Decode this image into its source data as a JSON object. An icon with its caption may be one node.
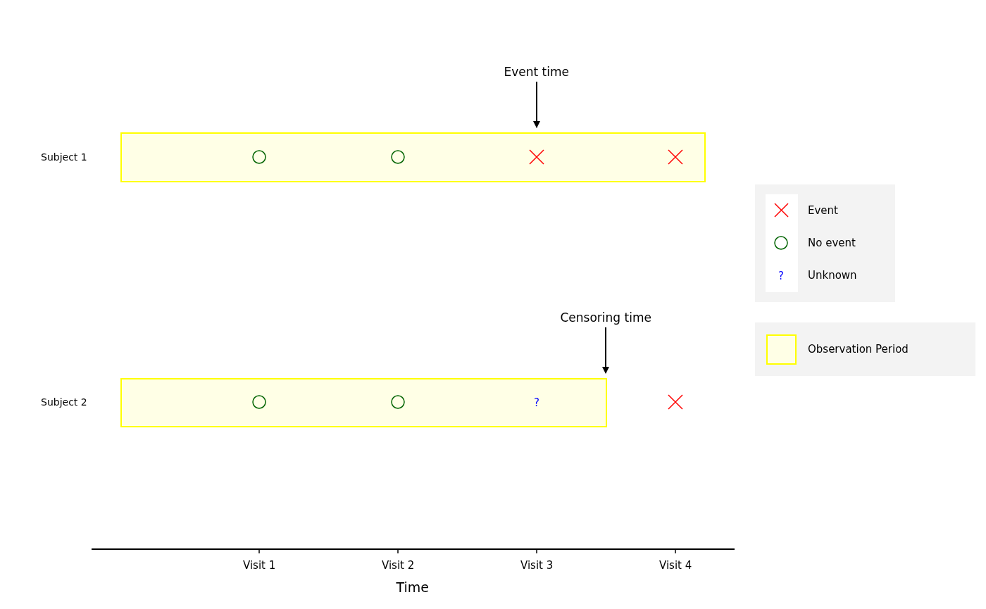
{
  "diagram": {
    "nodes": [
      {
        "text": [
          "Event time"
        ]
      },
      {
        "text": [],
        "shape": "bar",
        "beside": [
          "Subject 1"
        ]
      },
      {
        "text": [
          "Censoring time"
        ]
      },
      {
        "text": [],
        "shape": "bar",
        "beside": [
          "Subject 2"
        ]
      }
    ],
    "edges": [
      {
        "from": 0,
        "to": 1,
        "arrow": "to"
      },
      {
        "from": 2,
        "to": 3,
        "arrow": "to"
      }
    ],
    "labels": [
      "?",
      "?",
      "Visit 1",
      "Visit 2",
      "Visit 3",
      "Visit 4",
      "Time"
    ],
    "legend": [
      {
        "text": "Event"
      },
      {
        "text": "No event"
      },
      {
        "text": "Unknown"
      },
      {
        "text": "Observation Period"
      }
    ]
  }
}
